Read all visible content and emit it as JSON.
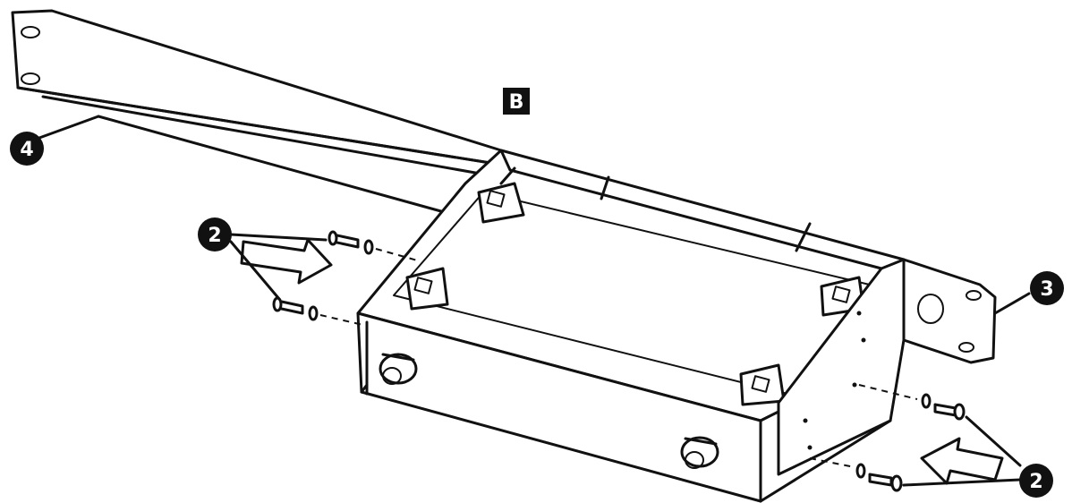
{
  "view_label": "B",
  "callouts": {
    "rack_ear_left": "4",
    "rack_ear_right": "3",
    "screws_left": "2",
    "screws_right": "2"
  },
  "colors": {
    "ink": "#111111",
    "paper": "#ffffff"
  }
}
